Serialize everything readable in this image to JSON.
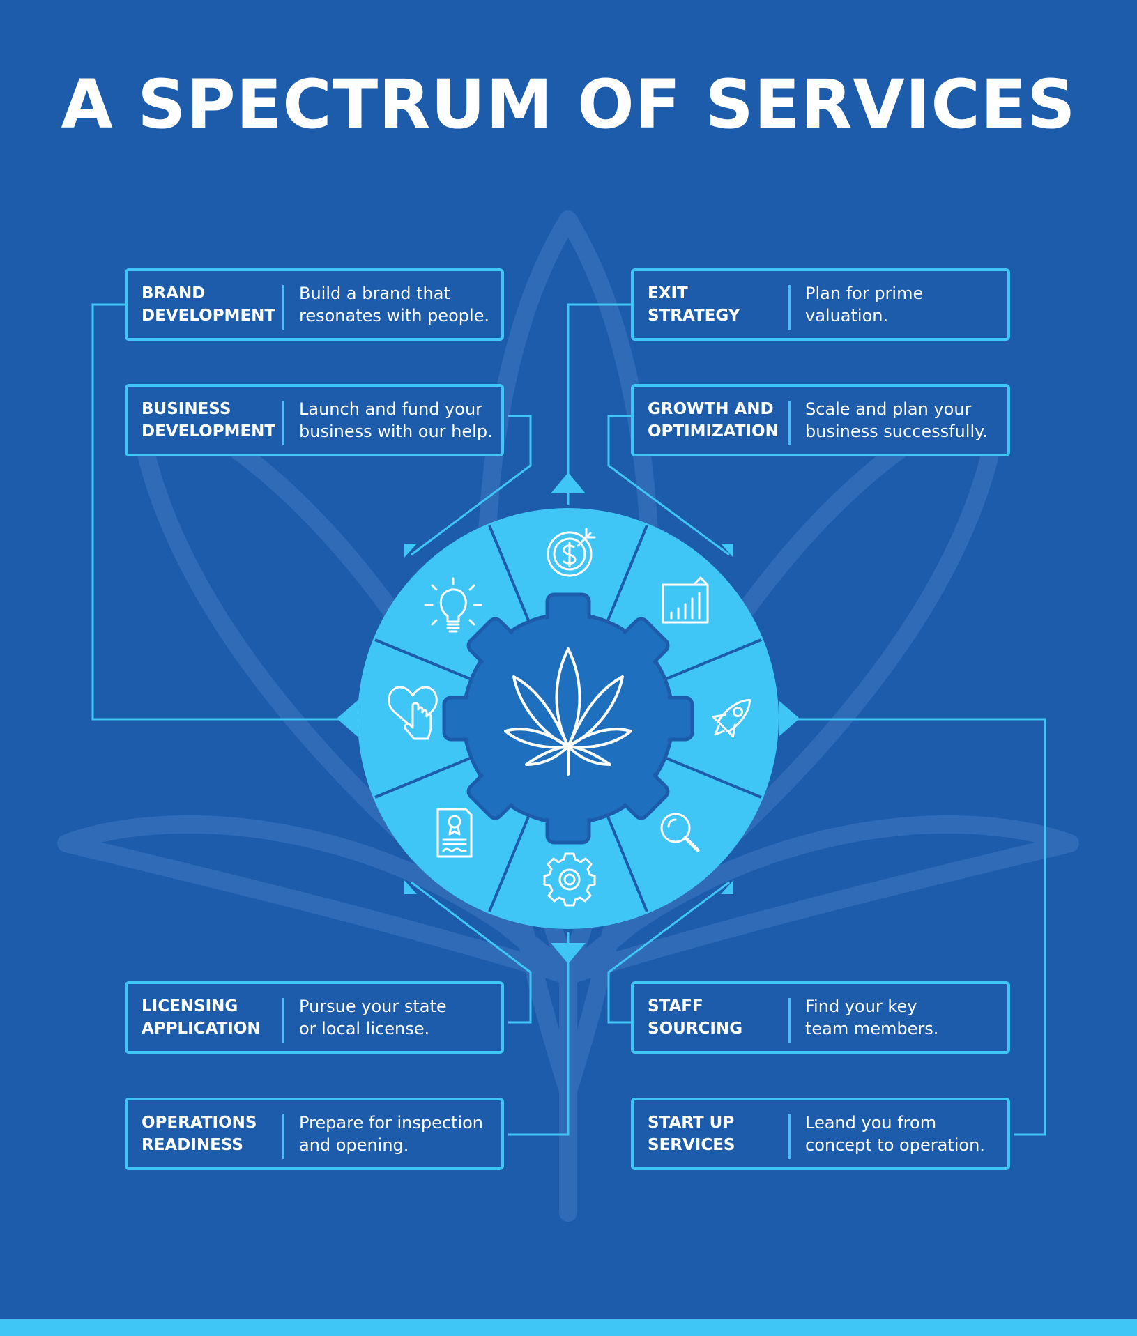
{
  "title": "A SPECTRUM OF SERVICES",
  "colors": {
    "background": "#1c5cab",
    "accent": "#3fc6f6",
    "hub": "#1e6fbd",
    "watermark": "#2f6bb6"
  },
  "services": [
    {
      "name": "BRAND\nDEVELOPMENT",
      "description": "Build a brand that\nresonates with people.",
      "icon": "heart-hand-icon"
    },
    {
      "name": "BUSINESS\nDEVELOPMENT",
      "description": "Launch and fund your\nbusiness with our help.",
      "icon": "lightbulb-icon"
    },
    {
      "name": "EXIT\nSTRATEGY",
      "description": "Plan for prime\nvaluation.",
      "icon": "dollar-target-icon"
    },
    {
      "name": "GROWTH AND\nOPTIMIZATION",
      "description": "Scale and plan your\nbusiness successfully.",
      "icon": "growth-chart-icon"
    },
    {
      "name": "LICENSING\nAPPLICATION",
      "description": "Pursue your state\nor local license.",
      "icon": "certificate-icon"
    },
    {
      "name": "STAFF\nSOURCING",
      "description": "Find your key\nteam members.",
      "icon": "magnifier-icon"
    },
    {
      "name": "OPERATIONS\nREADINESS",
      "description": "Prepare for inspection\nand opening.",
      "icon": "gear-icon"
    },
    {
      "name": "START UP\nSERVICES",
      "description": "Leand you from\nconcept to operation.",
      "icon": "rocket-icon"
    }
  ],
  "center_icon": "cannabis-leaf-icon"
}
